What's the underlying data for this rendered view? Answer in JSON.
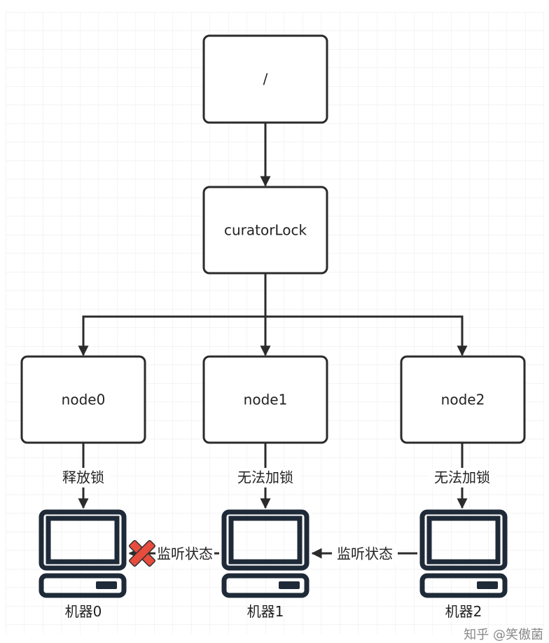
{
  "nodes": {
    "root": "/",
    "lock": "curatorLock",
    "node0": "node0",
    "node1": "node1",
    "node2": "node2"
  },
  "edge_labels": {
    "node0_to_pc0": "释放锁",
    "node1_to_pc1": "无法加锁",
    "node2_to_pc2": "无法加锁",
    "pc1_to_pc0": "监听状态",
    "pc2_to_pc1": "监听状态"
  },
  "machines": [
    "机器0",
    "机器1",
    "机器2"
  ],
  "watermark": "知乎 @笑傲菌",
  "colors": {
    "stroke": "#2b2b2b",
    "computer": "#1f2a38",
    "cross": "#e74c3c",
    "grid": "#ececec"
  }
}
